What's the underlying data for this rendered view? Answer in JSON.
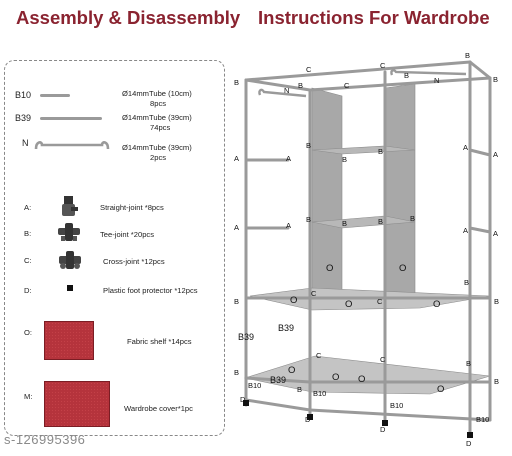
{
  "header": {
    "title_part1": "Assembly & Disassembly",
    "title_part2": "Instructions For Wardrobe"
  },
  "parts": {
    "tubes": [
      {
        "code": "B10",
        "spec": "Ø14mmTube (10cm)",
        "qty": "8pcs"
      },
      {
        "code": "B39",
        "spec": "Ø14mmTube (39cm)",
        "qty": "74pcs"
      },
      {
        "code": "N",
        "spec": "Ø14mmTube (39cm)",
        "qty": "2pcs"
      }
    ],
    "joints": [
      {
        "code": "A:",
        "desc": "Straight-joint *8pcs"
      },
      {
        "code": "B:",
        "desc": "Tee-joint *20pcs"
      },
      {
        "code": "C:",
        "desc": "Cross-joint *12pcs"
      },
      {
        "code": "D:",
        "desc": "Plastic foot protector *12pcs"
      }
    ],
    "fabrics": [
      {
        "code": "O:",
        "desc": "Fabric shelf *14pcs"
      },
      {
        "code": "M:",
        "desc": "Wardrobe cover*1pc"
      }
    ]
  },
  "diagram": {
    "labels": {
      "A": "A",
      "B": "B",
      "C": "C",
      "D": "D",
      "N": "N",
      "O": "O",
      "B10": "B10",
      "B39": "B39"
    }
  },
  "colors": {
    "title": "#8a2330",
    "fabric": "#b5333c",
    "frame": "#9a9a9a",
    "panel": "#a8a8a8"
  },
  "watermark": "s-126995396"
}
